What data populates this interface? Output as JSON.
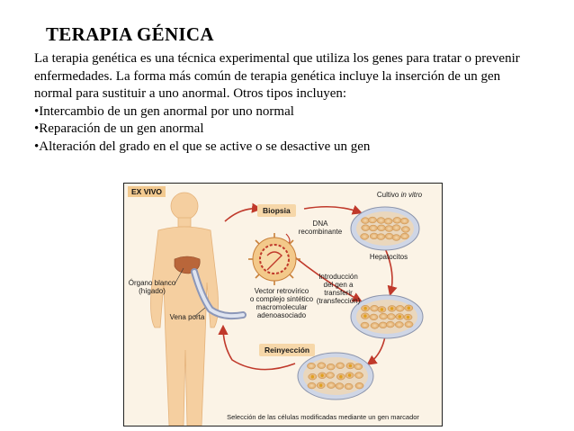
{
  "title": "TERAPIA GÉNICA",
  "paragraph": "La terapia genética es una técnica experimental que utiliza los genes para tratar o prevenir enfermedades. La forma más común de terapia genética incluye la inserción de un gen normal para sustituir a uno anormal. Otros tipos incluyen:",
  "bullets": [
    "•Intercambio de un gen anormal por uno normal",
    "•Reparación de un gen anormal",
    "•Alteración del grado en el que se active o se desactive un gen"
  ],
  "figure": {
    "ex_vivo": "EX VIVO",
    "biopsia": "Biopsia",
    "dna": "DNA",
    "recombinante": "recombinante",
    "cultivo": "Cultivo",
    "in_vitro": "in vitro",
    "hepatocitos": "Hepatocitos",
    "organo_1": "Órgano blanco",
    "organo_2": "(hígado)",
    "vena": "Vena porta",
    "vector_1": "Vector retrovírico",
    "vector_2": "o complejo sintético",
    "vector_3": "macromolecular",
    "vector_4": "adenoasociado",
    "intro_1": "Introducción",
    "intro_2": "del gen a",
    "intro_3": "transferir",
    "intro_4": "(transfección)",
    "reinyeccion": "Reinyección",
    "seleccion": "Selección de las células modificadas mediante un gen marcador"
  },
  "colors": {
    "skin": "#f5cfa0",
    "arrow": "#c0392b",
    "dish": "#cfd6e6",
    "cell": "#e7b77a",
    "marked_cell": "#e0a020"
  }
}
